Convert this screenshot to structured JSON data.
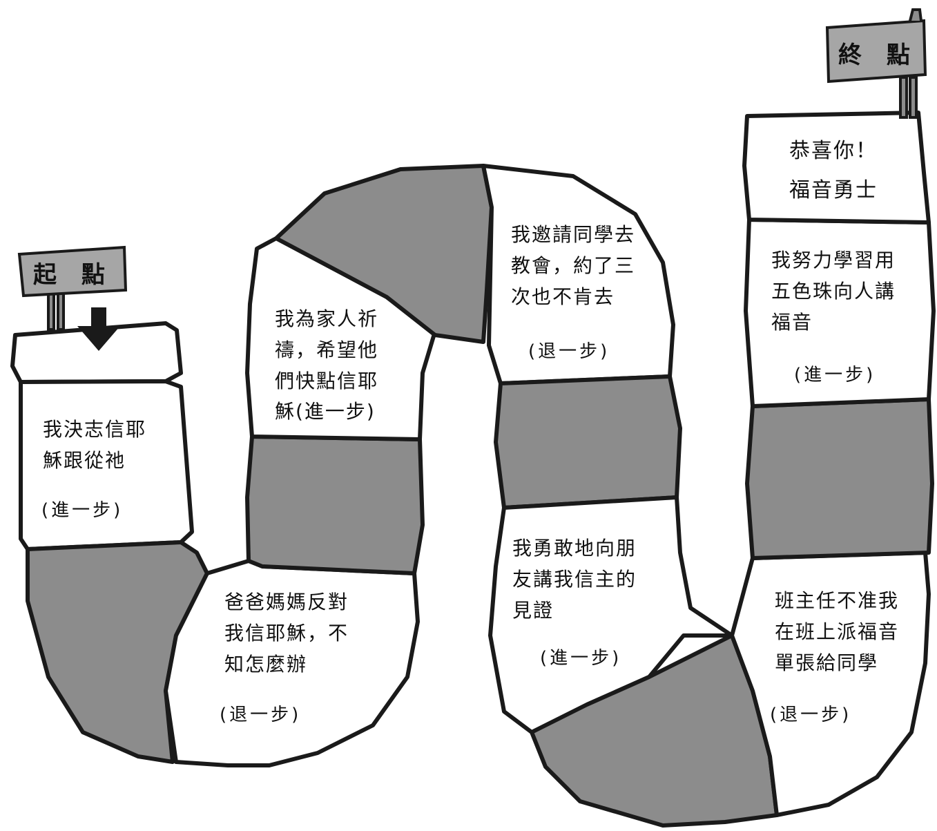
{
  "signs": {
    "start": "起 點",
    "finish": "終 點"
  },
  "icons": {
    "start_arrow": "arrow-down-icon"
  },
  "colors": {
    "shaded_tile": "#8c8c8c",
    "plain_tile": "#ffffff",
    "outline": "#1a1a1a",
    "sign": "#a6a6a6"
  },
  "squares": [
    {
      "text": "我決志信耶\n穌跟從祂",
      "step": "(進一步)"
    },
    {
      "text": "爸爸媽媽反對\n我信耶穌，不\n知怎麼辦",
      "step": "(退一步)"
    },
    {
      "text": "我為家人祈\n禱，希望他\n們快點信耶\n穌(進一步)",
      "step": ""
    },
    {
      "text": "我邀請同學去\n教會，約了三\n次也不肯去",
      "step": "(退一步)"
    },
    {
      "text": "我勇敢地向朋\n友講我信主的\n見證",
      "step": "(進一步)"
    },
    {
      "text": "班主任不准我\n在班上派福音\n單張給同學",
      "step": "(退一步)"
    },
    {
      "text": "我努力學習用\n五色珠向人講\n福音",
      "step": "(進一步)"
    },
    {
      "text": "恭喜你！\n福音勇士",
      "step": ""
    }
  ]
}
